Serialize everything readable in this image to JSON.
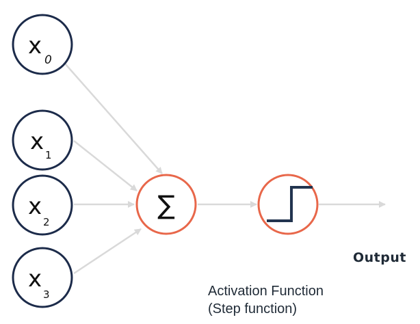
{
  "inputs": [
    {
      "letter": "x",
      "subscript": "0"
    },
    {
      "letter": "x",
      "subscript": "1"
    },
    {
      "letter": "x",
      "subscript": "2"
    },
    {
      "letter": "x",
      "subscript": "3"
    }
  ],
  "summation": {
    "symbol": "∑"
  },
  "activation": {
    "icon": "step-function-icon",
    "caption_line1": "Activation Function",
    "caption_line2": "(Step function)"
  },
  "output": {
    "label": "Output"
  },
  "colors": {
    "input_stroke": "#1c2b4a",
    "node_stroke": "#e8674a",
    "arrow": "#d9d9d9",
    "step_icon": "#22344f",
    "text": "#1f2a36"
  }
}
